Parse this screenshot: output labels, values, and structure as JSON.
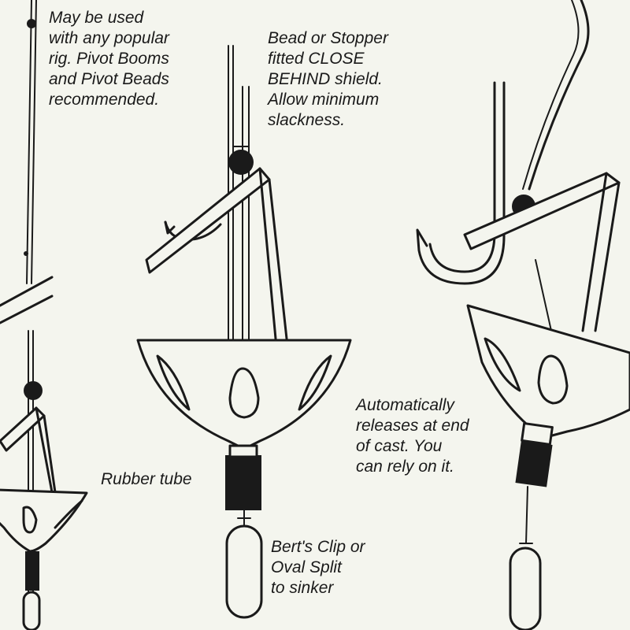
{
  "notes": {
    "any_rig": [
      "May be used",
      "with any popular",
      "rig. Pivot Booms",
      "and Pivot Beads",
      "recommended."
    ],
    "bead_stopper": [
      "Bead or Stopper",
      "fitted CLOSE",
      "BEHIND shield.",
      "Allow minimum",
      "slackness."
    ],
    "auto_release": [
      "Automatically",
      "releases at end",
      "of cast.  You",
      "can rely on it."
    ],
    "rubber_tube": [
      "Rubber tube"
    ],
    "berts_clip": [
      "Bert's Clip or",
      "Oval Split",
      "to sinker"
    ]
  },
  "colors": {
    "ink": "#1a1a1a",
    "paper": "#f4f5ee"
  }
}
